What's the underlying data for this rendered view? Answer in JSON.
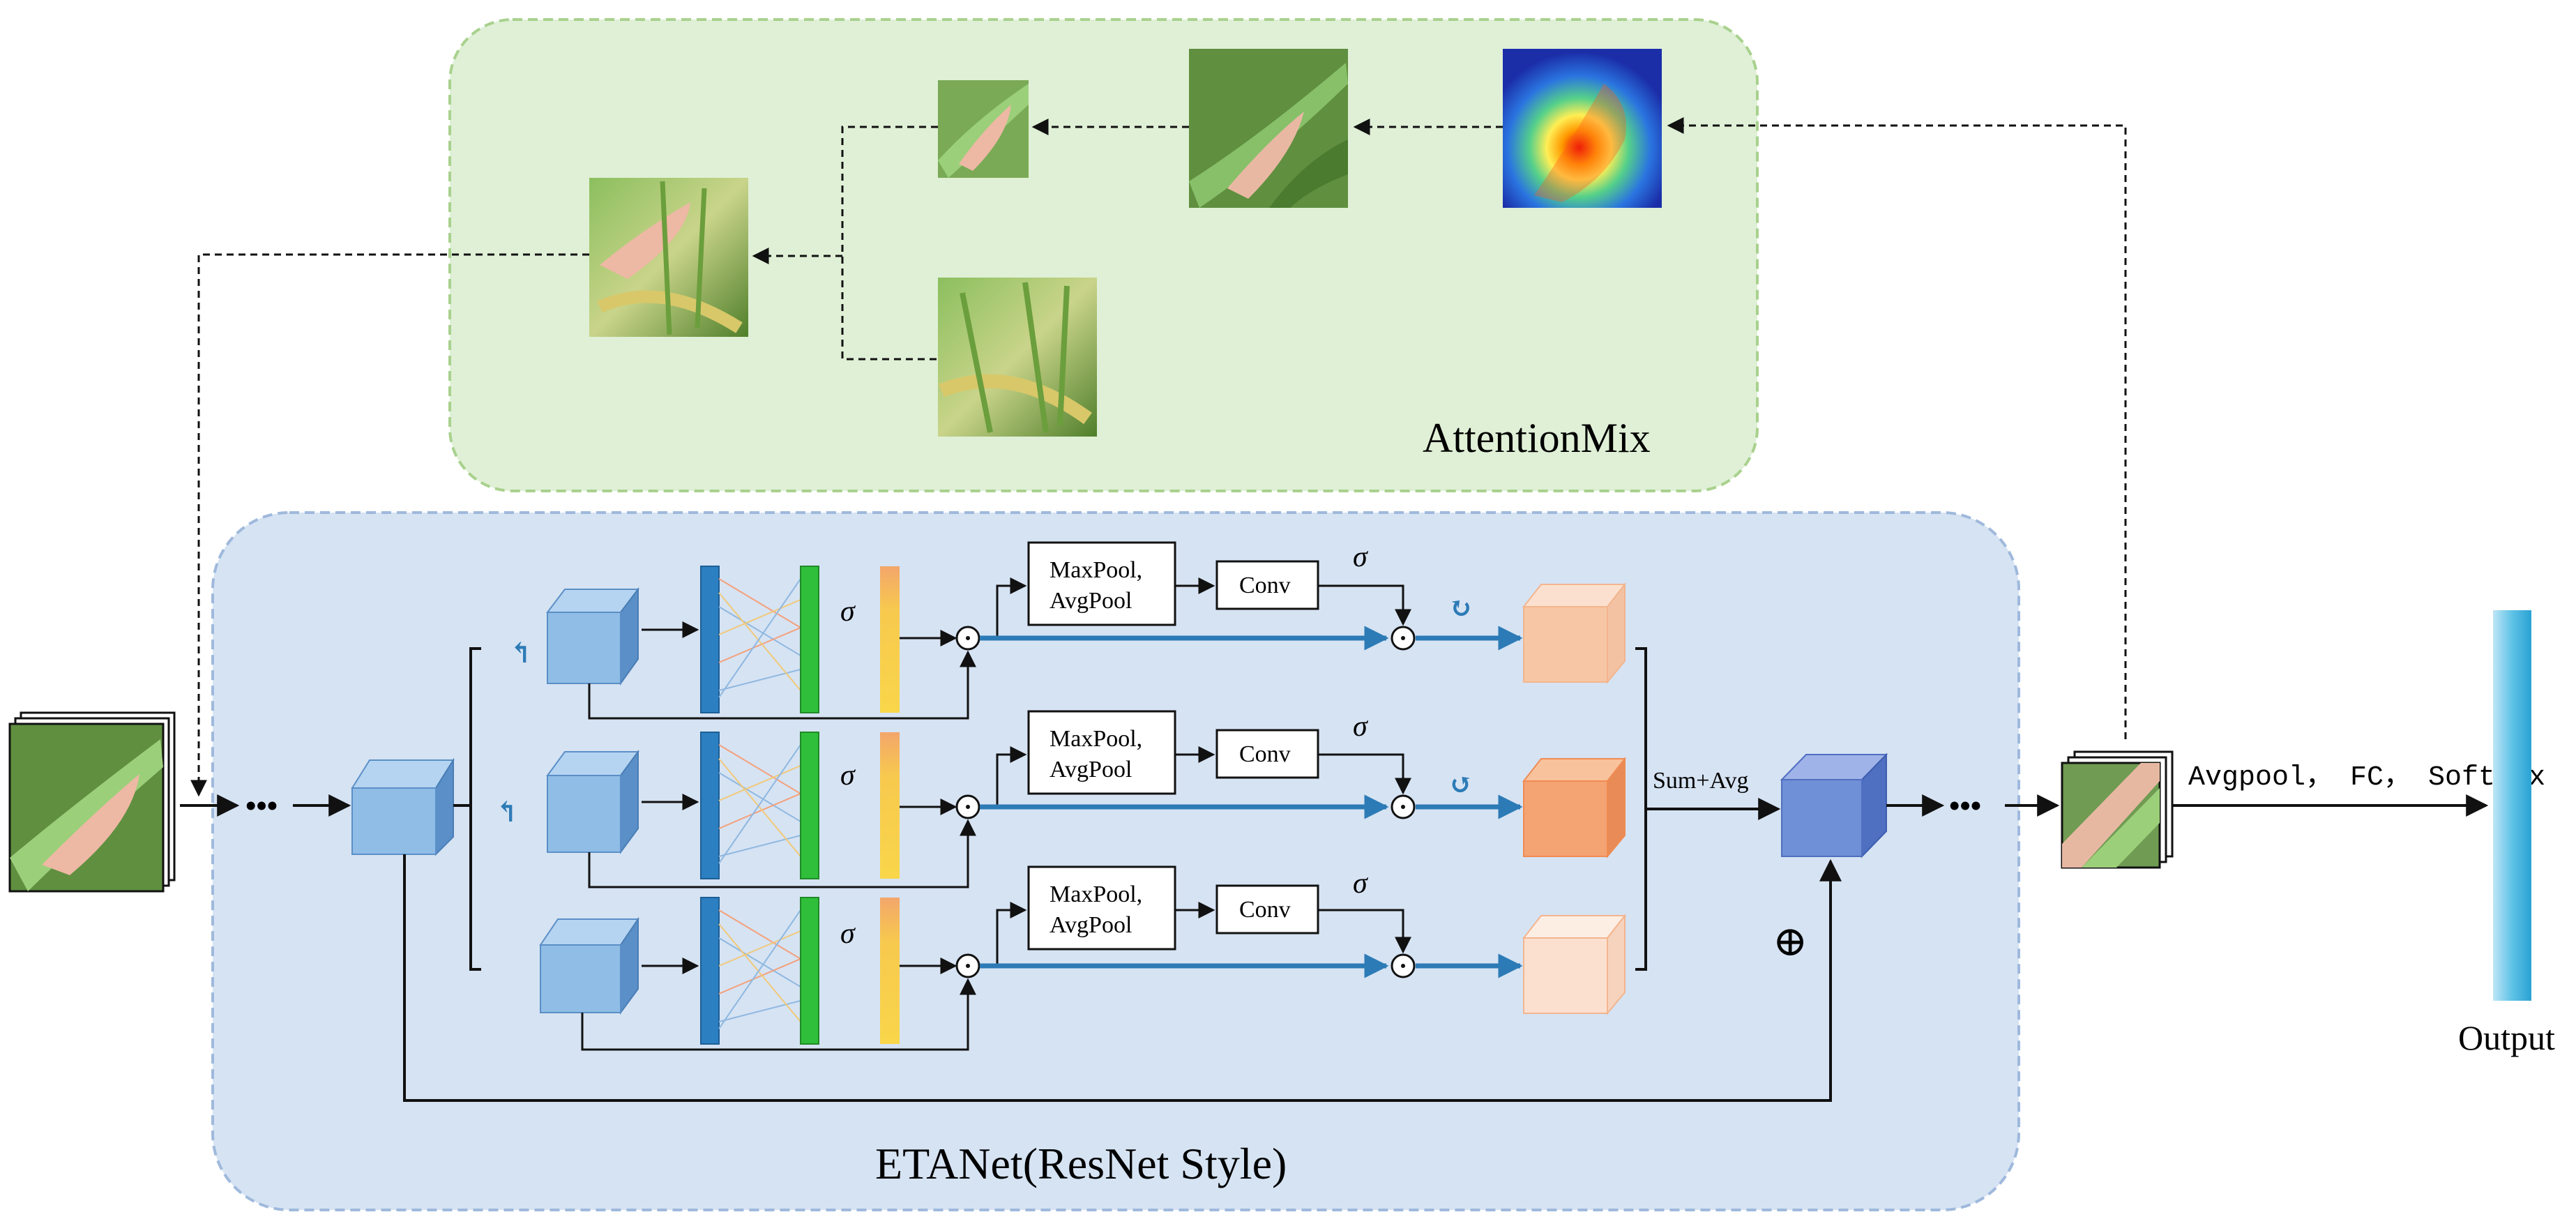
{
  "attention": {
    "title": "AttentionMix"
  },
  "backbone": {
    "title": "ETANet(ResNet Style)",
    "branch_op": {
      "pool_line1": "MaxPool,",
      "pool_line2": "AvgPool",
      "conv": "Conv",
      "sigma": "σ"
    },
    "merge_label": "Sum+Avg",
    "residual_symbol": "⊕",
    "ellipsis": "•••"
  },
  "head": {
    "label": "Avgpool， FC， Softmax",
    "output_label": "Output"
  },
  "icons": {
    "multiply": "circle-dot-icon",
    "residual": "circle-plus-icon",
    "rotation": "rotate-arrow-icon"
  },
  "colors": {
    "attention_panel": "#dff0d6",
    "attention_border": "#a9d18e",
    "backbone_panel": "#d6e3f3",
    "backbone_border": "#9fb9dc",
    "cube": "#8fbde6",
    "cube_dark": "#5b8fc7",
    "merge_cube": "#6f8fd6",
    "out_cube_1": "#f7c7a5",
    "out_cube_2": "#f4a373",
    "out_cube_3": "#fbe0cf",
    "neuron_blue": "#2c7fc0",
    "neuron_green": "#2fbf3a",
    "attn_bar": "#f6c94a",
    "flow_arrow": "#2c7bb6",
    "output_bar": "#5fc2e6"
  }
}
